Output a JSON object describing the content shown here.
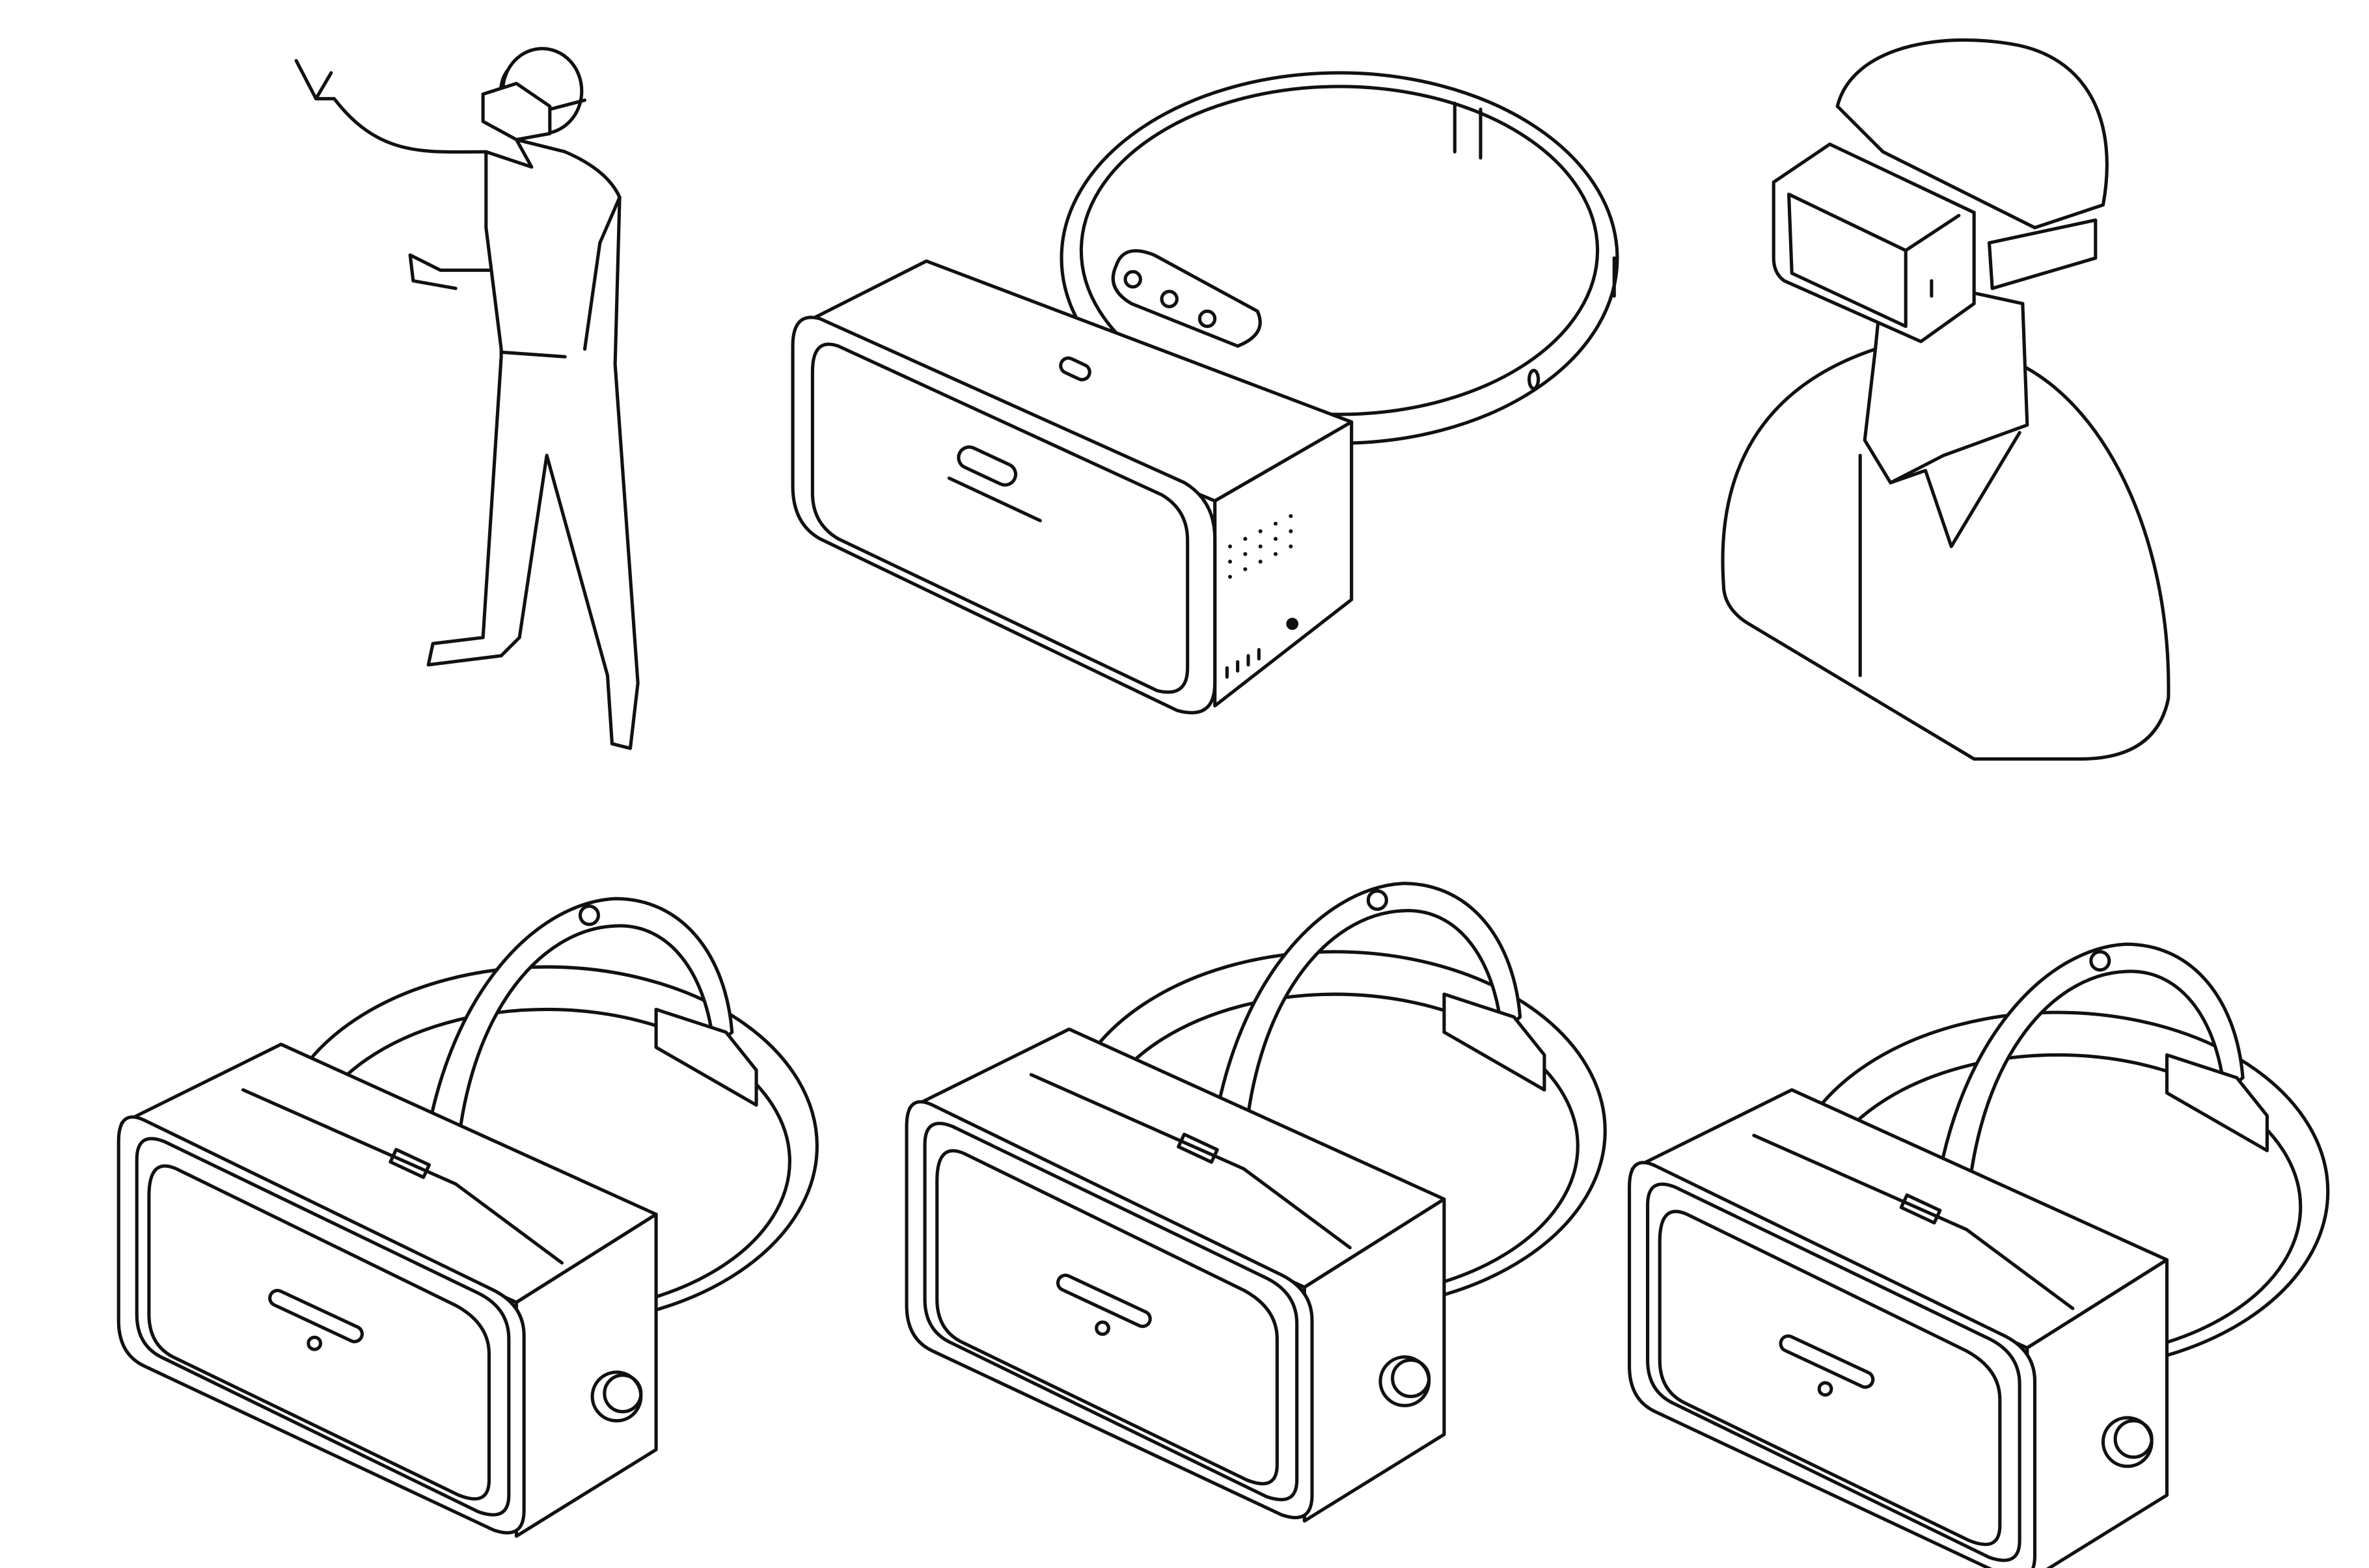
{
  "illustration": {
    "style": "outline isometric icon set",
    "colors": {
      "line": "#111111",
      "background": "#ffffff"
    },
    "icons": [
      {
        "id": "person-with-vr-standing",
        "icon": "vr-user-standing-icon"
      },
      {
        "id": "vr-headset-with-ring-strap",
        "icon": "vr-headset-icon"
      },
      {
        "id": "person-bust-with-vr",
        "icon": "vr-user-bust-icon"
      },
      {
        "id": "vr-headset-top-strap-a",
        "icon": "vr-headset-icon"
      },
      {
        "id": "vr-headset-top-strap-b",
        "icon": "vr-headset-icon"
      },
      {
        "id": "vr-headset-top-strap-c",
        "icon": "vr-headset-icon"
      }
    ]
  }
}
